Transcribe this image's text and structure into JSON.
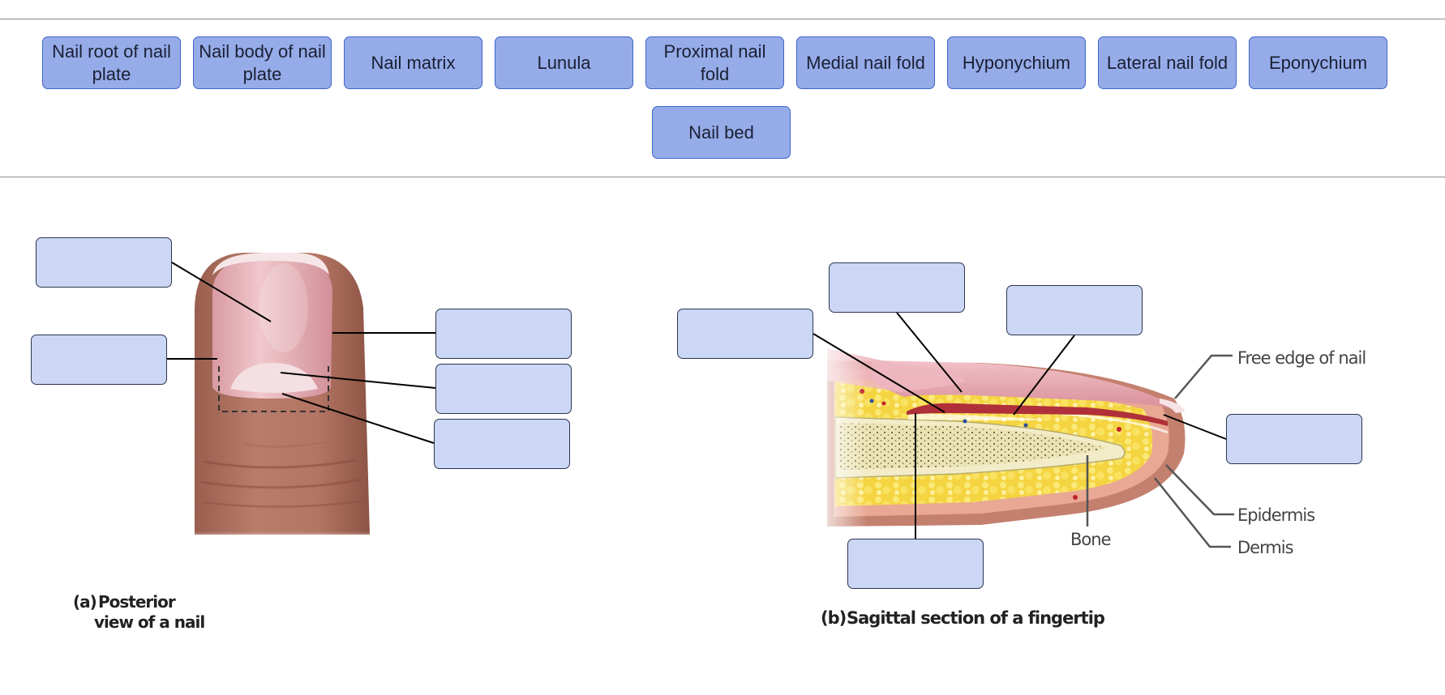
{
  "label_bank": [
    {
      "id": "nail-root",
      "label": "Nail root of nail plate"
    },
    {
      "id": "nail-body",
      "label": "Nail body of nail plate"
    },
    {
      "id": "nail-matrix",
      "label": "Nail matrix"
    },
    {
      "id": "lunula",
      "label": "Lunula"
    },
    {
      "id": "proximal-nail-fold",
      "label": "Proximal nail fold"
    },
    {
      "id": "medial-nail-fold",
      "label": "Medial nail fold"
    },
    {
      "id": "hyponychium",
      "label": "Hyponychium"
    },
    {
      "id": "lateral-nail-fold",
      "label": "Lateral nail fold"
    },
    {
      "id": "eponychium",
      "label": "Eponychium"
    },
    {
      "id": "nail-bed",
      "label": "Nail bed"
    }
  ],
  "figure_a": {
    "caption_letter": "(a)",
    "caption_line1": "Posterior",
    "caption_line2": "view of a nail"
  },
  "figure_b": {
    "caption_letter": "(b)",
    "caption_text": "Sagittal section of a fingertip",
    "printed_labels": {
      "free_edge": "Free edge of nail",
      "epidermis": "Epidermis",
      "dermis": "Dermis",
      "bone": "Bone"
    }
  },
  "colors": {
    "chip_fill": "#96ace9",
    "chip_border": "#3f63c9",
    "drop_fill": "#cbd7f4",
    "skin": "#b07464",
    "nail": "#e7b8bf",
    "fat": "#f5dc4a",
    "bone": "#ece5b6"
  }
}
